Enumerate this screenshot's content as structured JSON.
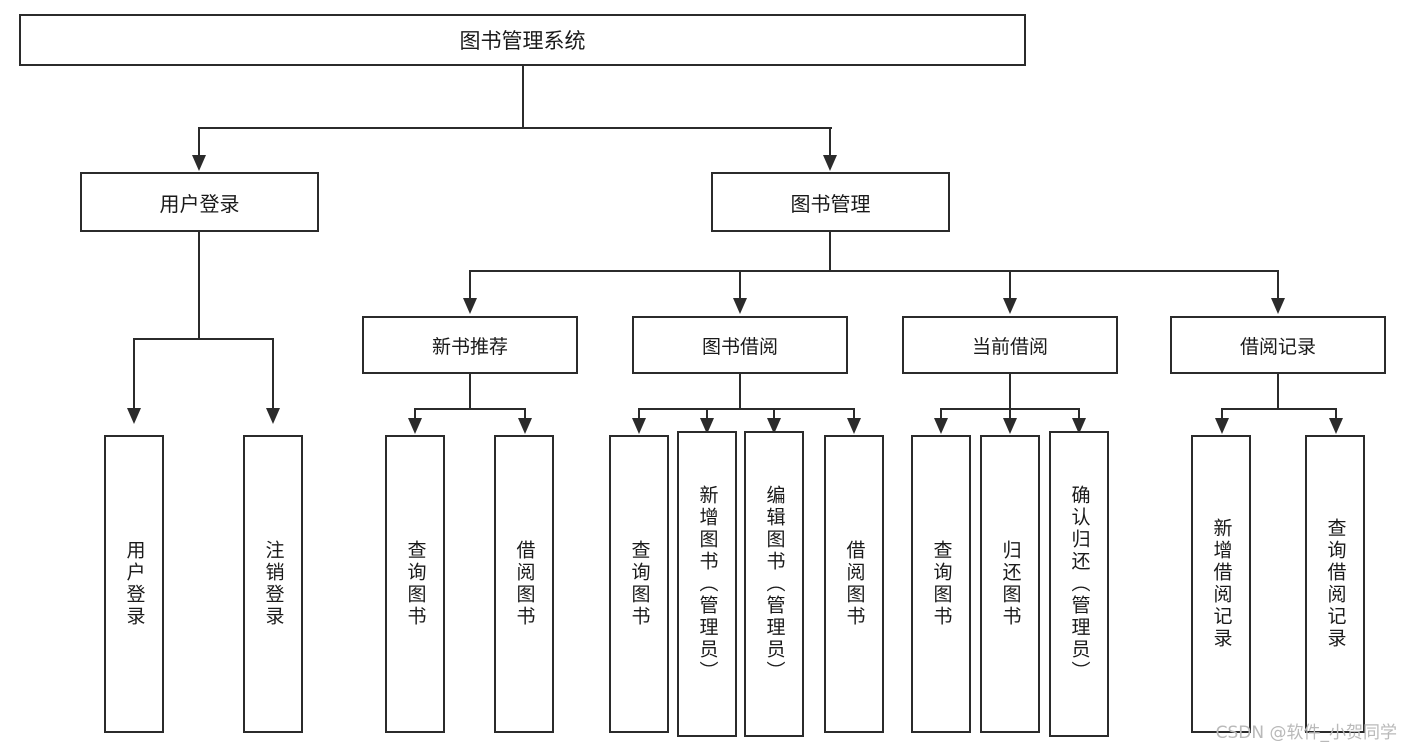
{
  "diagram": {
    "title": "图书管理系统",
    "type": "hierarchy-tree",
    "watermark": "CSDN @软件_小贺同学",
    "colors": {
      "stroke": "#2b2b2b",
      "background": "#ffffff",
      "text": "#1a1a1a",
      "watermark": "#b9b9b9"
    },
    "root": {
      "label": "图书管理系统"
    },
    "level2": [
      {
        "label": "用户登录"
      },
      {
        "label": "图书管理"
      }
    ],
    "level3": [
      {
        "label": "新书推荐"
      },
      {
        "label": "图书借阅"
      },
      {
        "label": "当前借阅"
      },
      {
        "label": "借阅记录"
      }
    ],
    "leaves": {
      "user_login": [
        {
          "label": "用户登录"
        },
        {
          "label": "注销登录"
        }
      ],
      "new_book_recommend": [
        {
          "label": "查询图书"
        },
        {
          "label": "借阅图书"
        }
      ],
      "book_borrow": [
        {
          "label": "查询图书"
        },
        {
          "label": "新增图书（管理员）"
        },
        {
          "label": "编辑图书（管理员）"
        },
        {
          "label": "借阅图书"
        }
      ],
      "current_borrow": [
        {
          "label": "查询图书"
        },
        {
          "label": "归还图书"
        },
        {
          "label": "确认归还（管理员）"
        }
      ],
      "borrow_record": [
        {
          "label": "新增借阅记录"
        },
        {
          "label": "查询借阅记录"
        }
      ]
    }
  }
}
